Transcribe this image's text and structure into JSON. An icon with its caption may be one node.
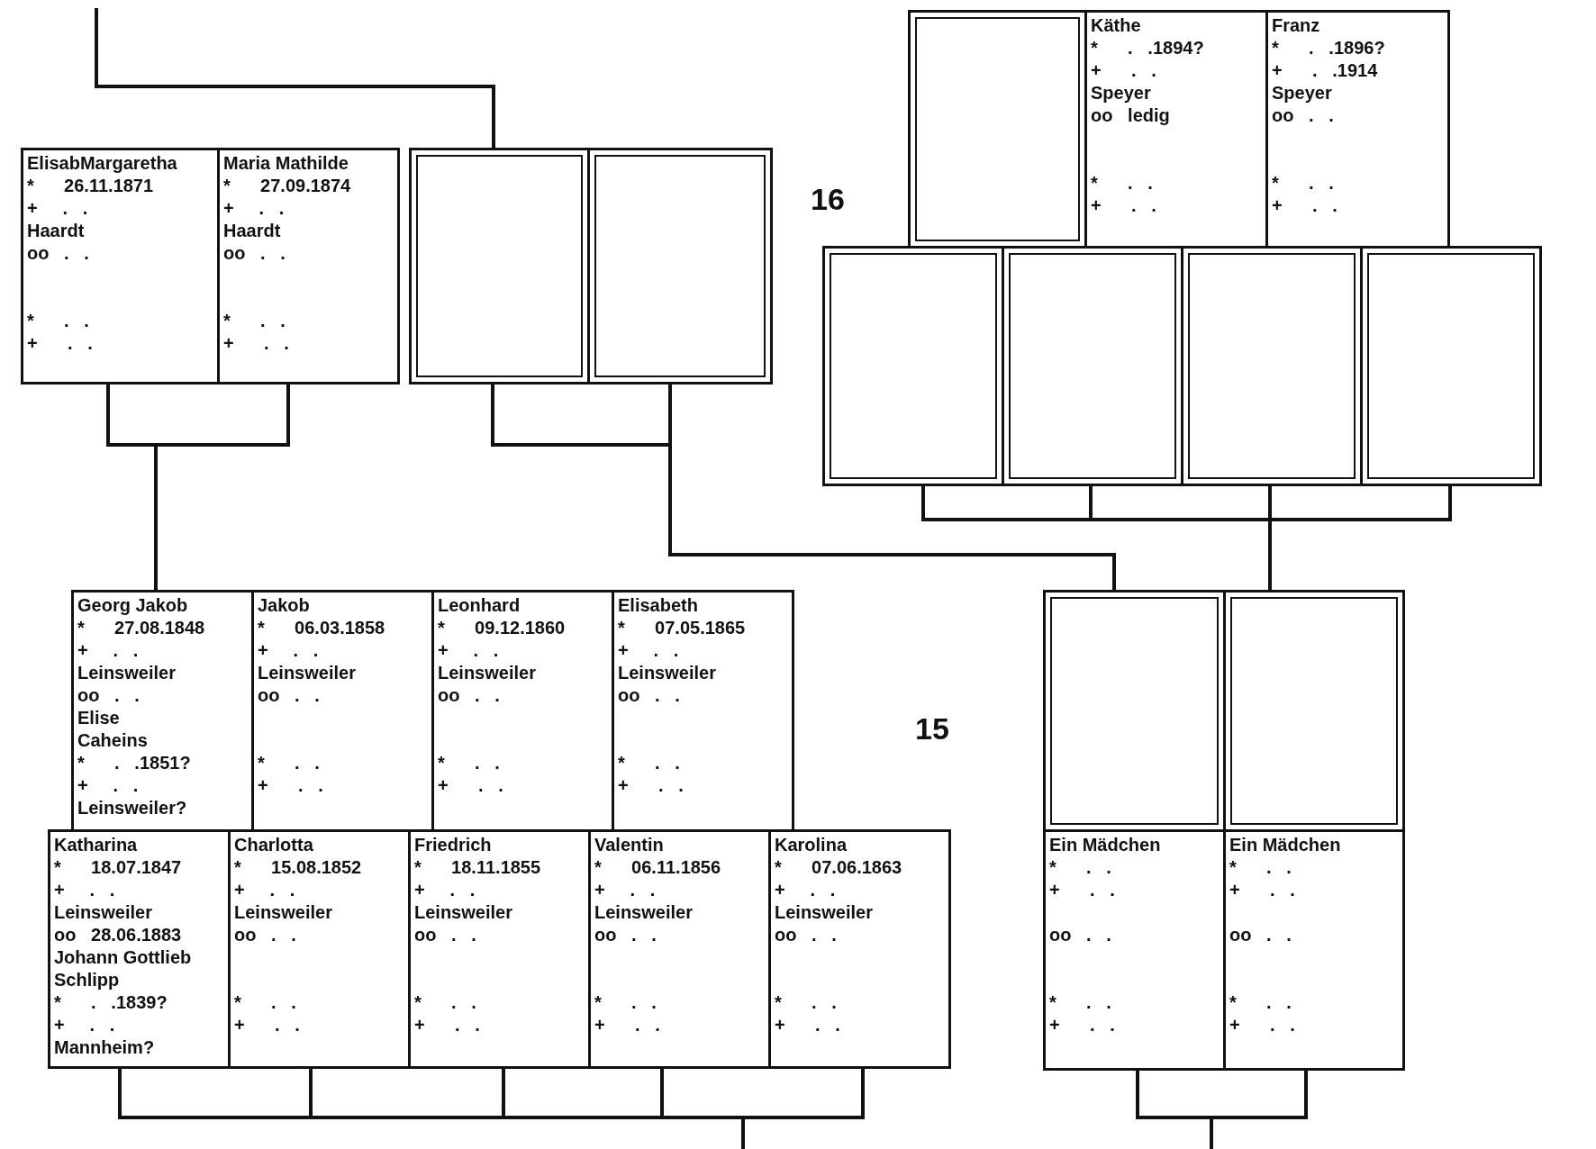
{
  "diagram": {
    "nodes": [
      {
        "text": [],
        "shape": "box"
      },
      {
        "text": [
          "Käthe",
          "*      .   .1894?",
          "+      .   .",
          "Speyer",
          "oo   ledig",
          "*      .   .",
          "+      .   ."
        ]
      },
      {
        "text": [
          "Franz",
          "*      .   .1896?",
          "+      .   .1914",
          "Speyer",
          "oo   .   .",
          "*      .   .",
          "+      .   ."
        ]
      },
      {
        "text": [
          "ElisabMargaretha",
          "*      26.11.1871",
          "+     .   .",
          "Haardt",
          "oo   .   .",
          "*      .   .",
          "+      .   ."
        ]
      },
      {
        "text": [
          "Maria Mathilde",
          "*      27.09.1874",
          "+     .   .",
          "Haardt",
          "oo   .   .",
          "*      .   .",
          "+      .   ."
        ]
      },
      {
        "text": [],
        "shape": "box"
      },
      {
        "text": [],
        "shape": "box"
      },
      {
        "text": [],
        "shape": "box"
      },
      {
        "text": [],
        "shape": "box"
      },
      {
        "text": [],
        "shape": "box"
      },
      {
        "text": [],
        "shape": "box"
      },
      {
        "text": [],
        "shape": "box"
      },
      {
        "text": [],
        "shape": "box"
      },
      {
        "text": [
          "Georg Jakob",
          "*      27.08.1848",
          "+     .   .",
          "Leinsweiler",
          "oo   .   .",
          "Elise",
          "Caheins",
          "*      .   .1851?",
          "+     .   .",
          "Leinsweiler?"
        ]
      },
      {
        "text": [
          "Jakob",
          "*      06.03.1858",
          "+     .   .",
          "Leinsweiler",
          "oo   .   .",
          "*      .   .",
          "+      .   ."
        ]
      },
      {
        "text": [
          "Leonhard",
          "*      09.12.1860",
          "+     .   .",
          "Leinsweiler",
          "oo   .   .",
          "*      .   .",
          "+      .   ."
        ]
      },
      {
        "text": [
          "Elisabeth",
          "*      07.05.1865",
          "+     .   .",
          "Leinsweiler",
          "oo   .   .",
          "*      .   .",
          "+      .   ."
        ]
      },
      {
        "text": [
          "Ein Mädchen",
          "*      .   .",
          "+      .   .",
          "oo   .   .",
          "*      .   .",
          "+      .   ."
        ]
      },
      {
        "text": [
          "Ein Mädchen",
          "*      .   .",
          "+      .   .",
          "oo   .   .",
          "*      .   .",
          "+      .   ."
        ]
      },
      {
        "text": [
          "Katharina",
          "*      18.07.1847",
          "+     .   .",
          "Leinsweiler",
          "oo   28.06.1883",
          "Johann Gottlieb",
          "Schlipp",
          "*      .   .1839?",
          "+     .   .",
          "Mannheim?"
        ]
      },
      {
        "text": [
          "Charlotta",
          "*      15.08.1852",
          "+     .   .",
          "Leinsweiler",
          "oo   .   .",
          "*      .   .",
          "+      .   ."
        ]
      },
      {
        "text": [
          "Friedrich",
          "*      18.11.1855",
          "+     .   .",
          "Leinsweiler",
          "oo   .   .",
          "*      .   .",
          "+      .   ."
        ]
      },
      {
        "text": [
          "Valentin",
          "*      06.11.1856",
          "+     .   .",
          "Leinsweiler",
          "oo   .   .",
          "*      .   .",
          "+      .   ."
        ]
      },
      {
        "text": [
          "Karolina",
          "*      07.06.1863",
          "+     .   .",
          "Leinsweiler",
          "oo   .   .",
          "*      .   .",
          "+      .   ."
        ]
      }
    ],
    "edges": [
      {
        "from": null,
        "to": 5,
        "arrow": "none"
      },
      {
        "from": 3,
        "to": 13,
        "arrow": "none"
      },
      {
        "from": 4,
        "to": 13,
        "arrow": "none"
      },
      {
        "from": 5,
        "to": 11,
        "arrow": "none"
      },
      {
        "from": 6,
        "to": 11,
        "arrow": "none"
      },
      {
        "from": 7,
        "to": 12,
        "arrow": "none"
      },
      {
        "from": 8,
        "to": 12,
        "arrow": "none"
      },
      {
        "from": 9,
        "to": 12,
        "arrow": "none"
      },
      {
        "from": 10,
        "to": 12,
        "arrow": "none"
      },
      {
        "from": 19,
        "to": null,
        "arrow": "none"
      },
      {
        "from": 20,
        "to": null,
        "arrow": "none"
      },
      {
        "from": 21,
        "to": null,
        "arrow": "none"
      },
      {
        "from": 22,
        "to": null,
        "arrow": "none"
      },
      {
        "from": 23,
        "to": null,
        "arrow": "none"
      },
      {
        "from": 17,
        "to": null,
        "arrow": "none"
      },
      {
        "from": 18,
        "to": null,
        "arrow": "none"
      }
    ],
    "labels": [
      "16",
      "15"
    ]
  }
}
